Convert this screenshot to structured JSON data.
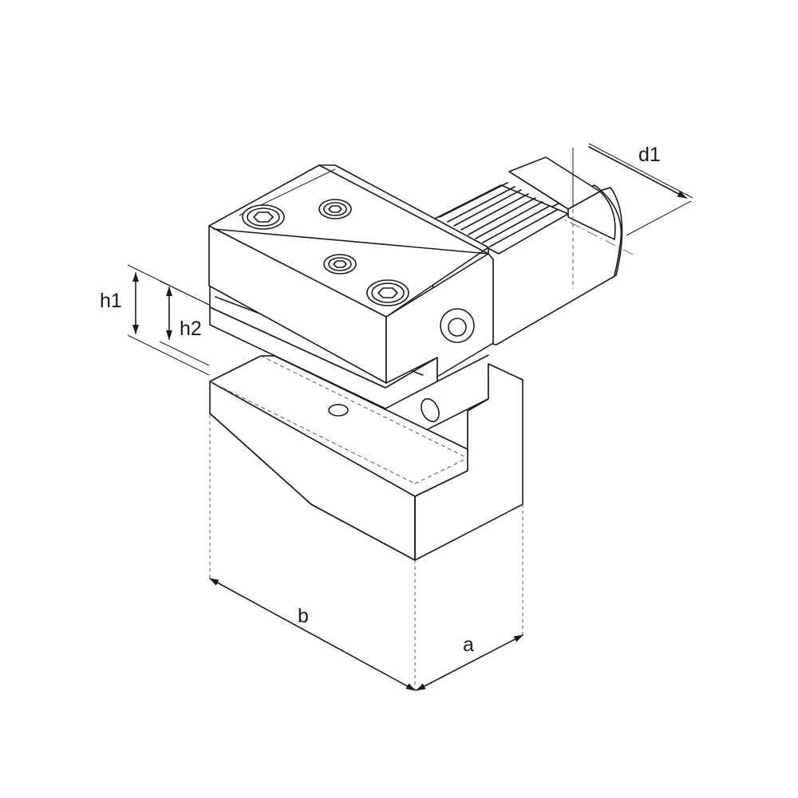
{
  "drawing": {
    "dimension_labels": {
      "d1": "d1",
      "h1": "h1",
      "h2": "h2",
      "b": "b",
      "a": "a"
    }
  }
}
